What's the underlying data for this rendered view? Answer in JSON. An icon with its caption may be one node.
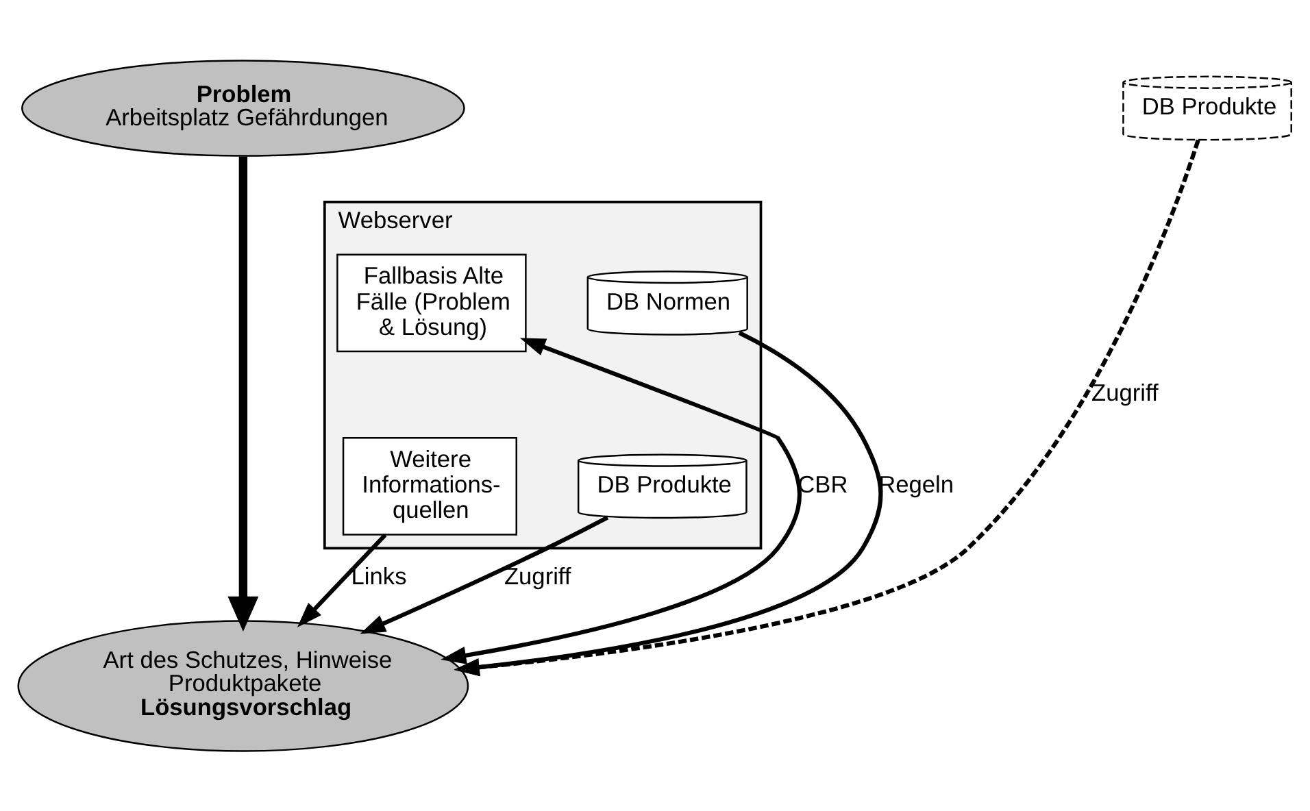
{
  "diagram": {
    "nodes": [
      {
        "text": [
          "Webserver"
        ]
      },
      {
        "text": [
          "Problem",
          "Arbeitsplatz Gefährdungen"
        ]
      },
      {
        "text": [
          "Fallbasis Alte Fälle (Problem & Lösung)"
        ],
        "in": 0
      },
      {
        "text": [
          "DB Normen"
        ],
        "in": 0
      },
      {
        "text": [
          "Weitere Informations- quellen"
        ],
        "in": 0
      },
      {
        "text": [
          "DB Produkte"
        ],
        "in": 0
      },
      {
        "text": [
          "DB Produkte"
        ]
      },
      {
        "text": [
          "Art des Schutzes, Hinweise Produktpakete",
          "Lösungsvorschlag"
        ]
      }
    ],
    "edges": [
      {
        "from": 1,
        "to": 7,
        "arrow": "to",
        "style": "thick"
      },
      {
        "from": 2,
        "to": 7,
        "arrow": "both",
        "label": "CBR"
      },
      {
        "from": 3,
        "to": 7,
        "arrow": "to",
        "label": "Regeln"
      },
      {
        "from": 4,
        "to": 7,
        "arrow": "to",
        "label": "Links"
      },
      {
        "from": 5,
        "to": 7,
        "arrow": "to",
        "label": "Zugriff"
      },
      {
        "from": 6,
        "to": 7,
        "arrow": "to",
        "label": "Zugriff",
        "style": "dashed"
      }
    ]
  }
}
